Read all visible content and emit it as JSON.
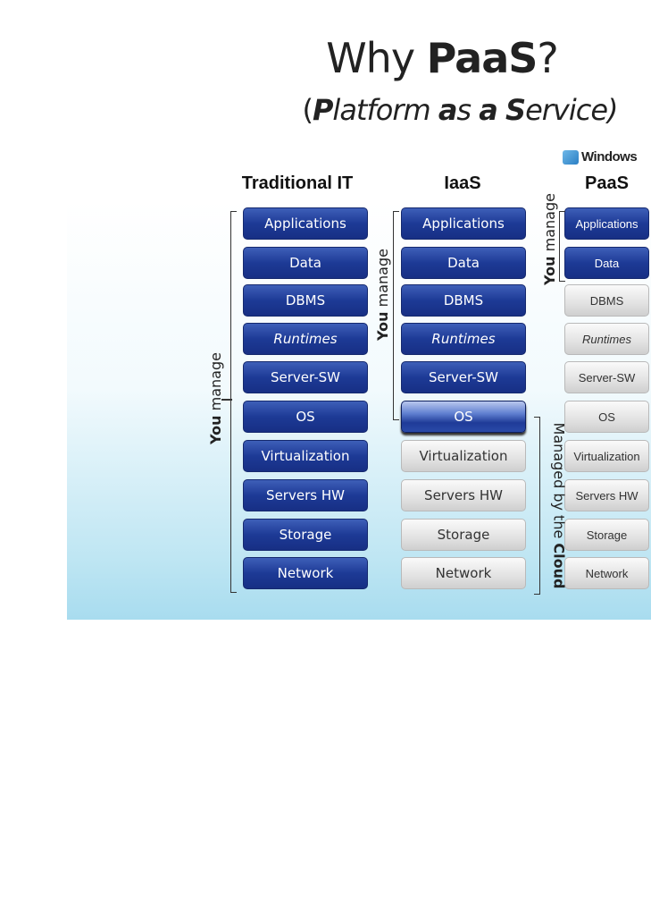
{
  "title": {
    "line1_a": "Why ",
    "line1_b": "PaaS",
    "line1_c": "?",
    "line2": "(Platform as a Service)",
    "line2_parts": [
      "(",
      "P",
      "latform ",
      "a",
      "s ",
      "a",
      " ",
      "S",
      "ervice)"
    ]
  },
  "windows_logo": "Windows Azure",
  "windows_text": "Windows",
  "columns": [
    {
      "heading": "Traditional IT",
      "layers": [
        {
          "label": "Applications",
          "style": "blue"
        },
        {
          "label": "Data",
          "style": "blue"
        },
        {
          "label": "DBMS",
          "style": "blue"
        },
        {
          "label": "Runtimes",
          "style": "blue"
        },
        {
          "label": "Server-SW",
          "style": "blue"
        },
        {
          "label": "OS",
          "style": "blue"
        },
        {
          "label": "Virtualization",
          "style": "blue"
        },
        {
          "label": "Servers HW",
          "style": "blue"
        },
        {
          "label": "Storage",
          "style": "blue"
        },
        {
          "label": "Network",
          "style": "blue"
        }
      ]
    },
    {
      "heading": "IaaS",
      "layers": [
        {
          "label": "Applications",
          "style": "blue"
        },
        {
          "label": "Data",
          "style": "blue"
        },
        {
          "label": "DBMS",
          "style": "blue"
        },
        {
          "label": "Runtimes",
          "style": "blue"
        },
        {
          "label": "Server-SW",
          "style": "blue"
        },
        {
          "label": "OS",
          "style": "hl"
        },
        {
          "label": "Virtualization",
          "style": "gray"
        },
        {
          "label": "Servers HW",
          "style": "gray"
        },
        {
          "label": "Storage",
          "style": "gray"
        },
        {
          "label": "Network",
          "style": "gray"
        }
      ]
    },
    {
      "heading": "PaaS",
      "layers": [
        {
          "label": "Applications",
          "style": "blue"
        },
        {
          "label": "Data",
          "style": "blue"
        },
        {
          "label": "DBMS",
          "style": "gray"
        },
        {
          "label": "Runtimes",
          "style": "gray"
        },
        {
          "label": "Server-SW",
          "style": "gray"
        },
        {
          "label": "OS",
          "style": "gray"
        },
        {
          "label": "Virtualization",
          "style": "gray"
        },
        {
          "label": "Servers HW",
          "style": "gray"
        },
        {
          "label": "Storage",
          "style": "gray"
        },
        {
          "label": "Network",
          "style": "gray"
        }
      ]
    }
  ],
  "labels": {
    "you": "You",
    "manage": " manage",
    "managed_by": "Managed by the ",
    "cloud": "Cloud"
  }
}
